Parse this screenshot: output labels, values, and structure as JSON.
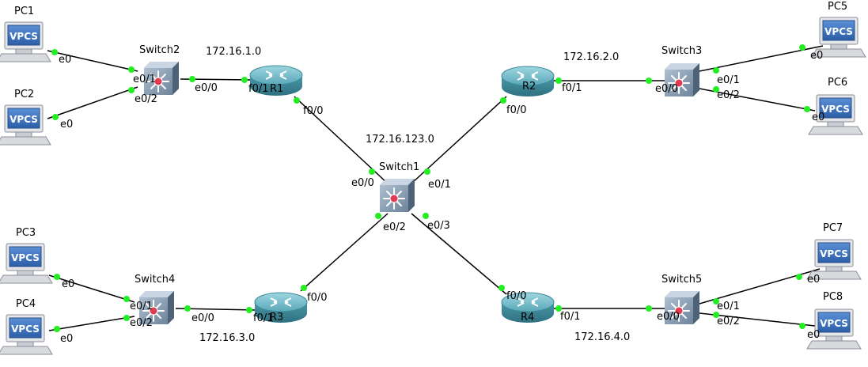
{
  "nodes": {
    "pc1": {
      "name": "PC1",
      "screen": "VPCS"
    },
    "pc2": {
      "name": "PC2",
      "screen": "VPCS"
    },
    "pc3": {
      "name": "PC3",
      "screen": "VPCS"
    },
    "pc4": {
      "name": "PC4",
      "screen": "VPCS"
    },
    "pc5": {
      "name": "PC5",
      "screen": "VPCS"
    },
    "pc6": {
      "name": "PC6",
      "screen": "VPCS"
    },
    "pc7": {
      "name": "PC7",
      "screen": "VPCS"
    },
    "pc8": {
      "name": "PC8",
      "screen": "VPCS"
    },
    "switch1": {
      "name": "Switch1"
    },
    "switch2": {
      "name": "Switch2"
    },
    "switch3": {
      "name": "Switch3"
    },
    "switch4": {
      "name": "Switch4"
    },
    "switch5": {
      "name": "Switch5"
    },
    "r1": {
      "name": "R1"
    },
    "r2": {
      "name": "R2"
    },
    "r3": {
      "name": "R3"
    },
    "r4": {
      "name": "R4"
    }
  },
  "networks": {
    "n1": "172.16.1.0",
    "n2": "172.16.2.0",
    "n3": "172.16.3.0",
    "n4": "172.16.4.0",
    "n123": "172.16.123.0"
  },
  "ports": {
    "pc1_e0": "e0",
    "pc2_e0": "e0",
    "pc3_e0": "e0",
    "pc4_e0": "e0",
    "pc5_e0": "e0",
    "pc6_e0": "e0",
    "pc7_e0": "e0",
    "pc8_e0": "e0",
    "sw2_e01": "e0/1",
    "sw2_e02": "e0/2",
    "sw2_e00": "e0/0",
    "r1_f01": "f0/1",
    "r1_f00": "f0/0",
    "sw1_e00": "e0/0",
    "sw1_e01": "e0/1",
    "sw1_e02": "e0/2",
    "sw1_e03": "e0/3",
    "r2_f00": "f0/0",
    "r2_f01": "f0/1",
    "sw3_e00": "e0/0",
    "sw3_e01": "e0/1",
    "sw3_e02": "e0/2",
    "sw4_e01": "e0/1",
    "sw4_e02": "e0/2",
    "sw4_e00": "e0/0",
    "r3_f01": "f0/1",
    "r3_f00": "f0/0",
    "r4_f00": "f0/0",
    "r4_f01": "f0/1",
    "sw5_e00": "e0/0",
    "sw5_e01": "e0/1",
    "sw5_e02": "e0/2"
  },
  "colors": {
    "link": "#000000",
    "link_dot": "#22ee22",
    "router_body": "#3f8f9e",
    "switch_body": "#7f96ad",
    "switch_center": "#e23b4f",
    "pc_screen": "#3d6fb5"
  }
}
